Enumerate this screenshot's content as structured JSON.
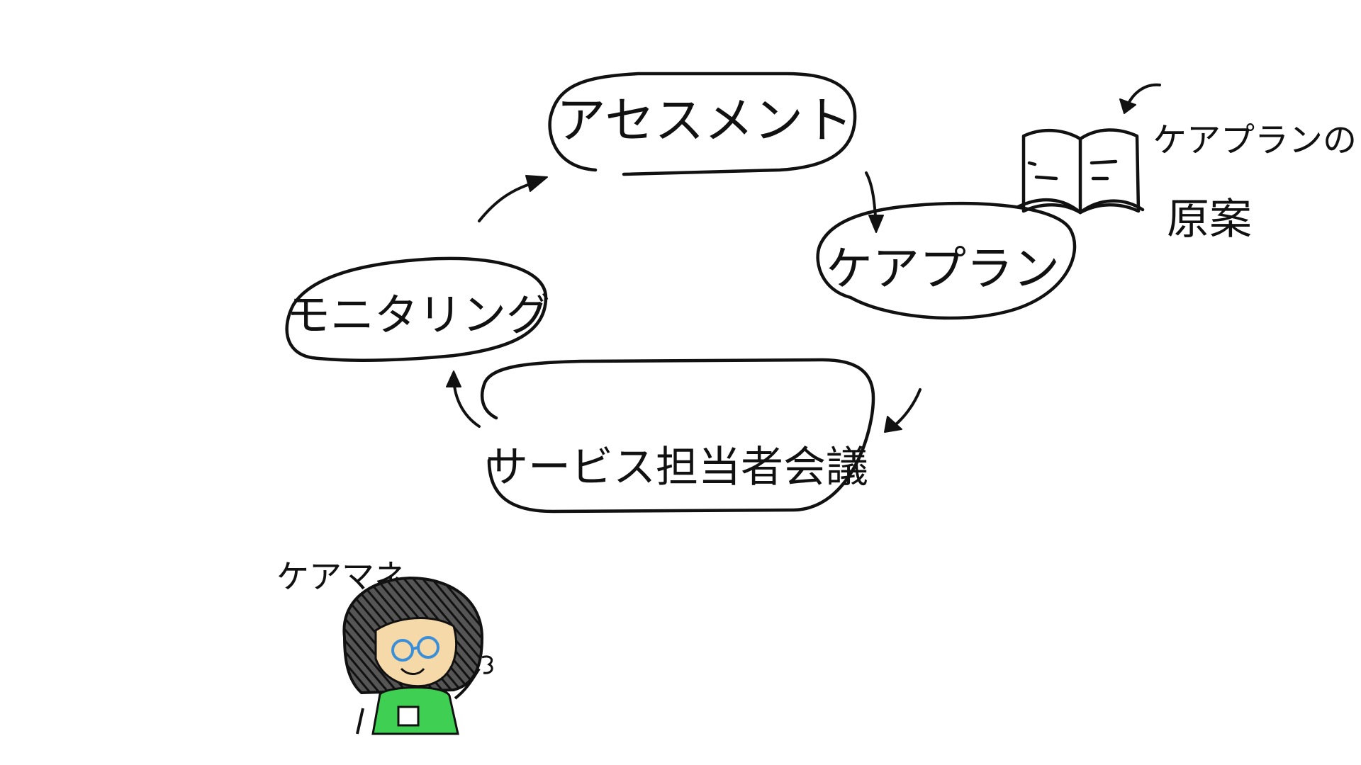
{
  "diagram": {
    "nodes": [
      {
        "id": "assessment",
        "label": "アセスメント",
        "color": "#f4a6aa"
      },
      {
        "id": "careplan",
        "label": "ケアプラン",
        "color": "#3fcf52"
      },
      {
        "id": "meeting",
        "label": "サービス担当者会議",
        "color": "#f3ef5e"
      },
      {
        "id": "monitoring",
        "label": "モニタリング",
        "color": "#8fcdf0"
      }
    ],
    "edges": [
      {
        "from": "assessment",
        "to": "careplan"
      },
      {
        "from": "careplan",
        "to": "meeting"
      },
      {
        "from": "meeting",
        "to": "monitoring"
      },
      {
        "from": "monitoring",
        "to": "assessment"
      }
    ]
  },
  "annotations": {
    "book_note_line1": "ケアプランの",
    "book_note_line2": "原案",
    "person_label": "ケアマネ"
  },
  "colors": {
    "ink": "#111111",
    "hair": "#222222",
    "skin": "#f6d9a8",
    "glasses": "#3b8fd8",
    "shirt": "#3fcf52"
  }
}
